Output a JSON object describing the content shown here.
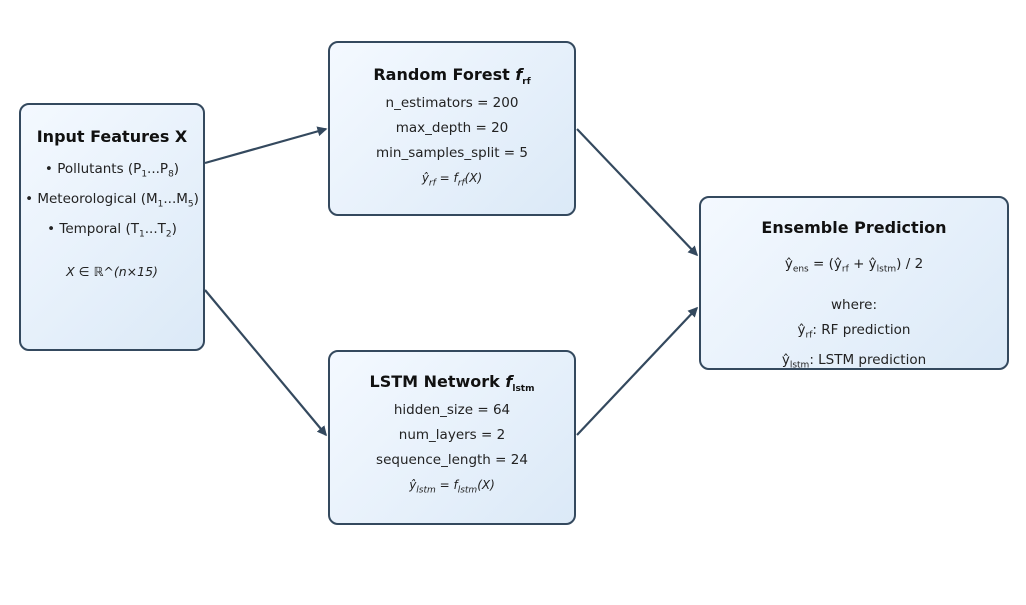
{
  "input": {
    "title": "Input Features X",
    "items": [
      {
        "bullet": "• ",
        "name": "Pollutants (P",
        "s1": "1",
        "mid": "...P",
        "s2": "8",
        "end": ")"
      },
      {
        "bullet": "• ",
        "name": "Meteorological (M",
        "s1": "1",
        "mid": "...M",
        "s2": "5",
        "end": ")"
      },
      {
        "bullet": "• ",
        "name": "Temporal (T",
        "s1": "1",
        "mid": "...T",
        "s2": "2",
        "end": ")"
      }
    ],
    "formula": "X ∈ ℝ^(n×15)"
  },
  "rf": {
    "title": "Random Forest ",
    "f": "f",
    "sub": "rf",
    "params": [
      "n_estimators = 200",
      "max_depth = 20",
      "min_samples_split = 5"
    ],
    "output": {
      "y": "ŷ",
      "sub": "rf",
      "eq": " = f",
      "fsub": "rf",
      "arg": "(X)"
    }
  },
  "lstm": {
    "title": "LSTM Network ",
    "f": "f",
    "sub": "lstm",
    "params": [
      "hidden_size = 64",
      "num_layers = 2",
      "sequence_length = 24"
    ],
    "output": {
      "y": "ŷ",
      "sub": "lstm",
      "eq": " = f",
      "fsub": "lstm",
      "arg": "(X)"
    }
  },
  "ensemble": {
    "title": "Ensemble Prediction",
    "eq": {
      "y": "ŷ",
      "s0": "ens",
      "a": " = (ŷ",
      "s1": "rf",
      "b": " + ŷ",
      "s2": "lstm",
      "c": ") / 2"
    },
    "where": "where:",
    "rf_line": {
      "y": "ŷ",
      "sub": "rf",
      "text": ": RF prediction"
    },
    "lstm_line": {
      "y": "ŷ",
      "sub": "lstm",
      "text": ": LSTM prediction"
    }
  },
  "colors": {
    "stroke": "#34495e",
    "fill_light": "#f4f9ff",
    "fill_dark": "#dbe9f7"
  }
}
